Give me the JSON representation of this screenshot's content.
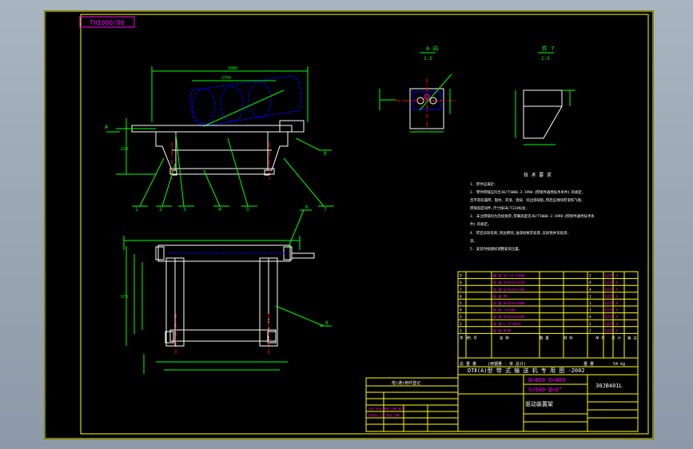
{
  "drawing": {
    "code_box": "TH1000/06",
    "view_a_title": "A 向",
    "view_a_scale": "1:5",
    "view_7_title": "件 7",
    "view_7_scale": "1:5",
    "req_title": "技 术 要 求",
    "req_lines": [
      "1. 焊件应满足:",
      "2. 零件焊缝应符合JB/T5000.3-1998《焊接件通用技术条件》的规定,",
      "  且不得有漏焊、裂纹、夹渣、烧穿、咬边等缺陷,焊后应清除焊渣和飞溅;",
      "  焊缝高度同件,尺寸按GB/T324标准;",
      "3. 未注焊缝均为连续角焊,焊脚高度见JB/T5000.3-1998《焊接件通用技术条",
      "  件》的规定。",
      "4. 焊后去除毛刺,锐边倒钝,油漆按要求处理,去除锈并涂底漆;",
      "  涂。",
      "5. 安装时按图样调整安装位置。"
    ],
    "label_a": "A",
    "callouts": [
      "1",
      "2",
      "3",
      "4",
      "5",
      "7",
      "8",
      "9",
      "6"
    ],
    "dims_top": [
      "2750",
      "3980"
    ],
    "dims_left": [
      "220",
      "170"
    ]
  },
  "bom": {
    "rows": [
      [
        "9",
        "",
        "槽 钢 10 ×8.3×800",
        "",
        "",
        "2",
        "Q235-A",
        "",
        "",
        ""
      ],
      [
        "8",
        "",
        "角 钢 63×63×6×320",
        "",
        "",
        "4",
        "Q235-A",
        "",
        "",
        ""
      ],
      [
        "7",
        "",
        "角 钢 63×63×6×360",
        "",
        "",
        "4",
        "Q235-A",
        "",
        "",
        ""
      ],
      [
        "6",
        "",
        "钢 板 M8",
        "",
        "",
        "2",
        "Q235-A",
        "",
        "",
        ""
      ],
      [
        "5",
        "",
        "角 钢 63×63×6×800",
        "",
        "",
        "1",
        "Q235-A",
        "",
        "",
        ""
      ],
      [
        "4",
        "",
        "钢 板 -6×360",
        "",
        "",
        "1",
        "Q235-A",
        "",
        "",
        ""
      ],
      [
        "3",
        "",
        "角 钢 63×63×6×388",
        "",
        "",
        "4",
        "Q235-A",
        "",
        "",
        ""
      ],
      [
        "2",
        "",
        "角 钢 L 75×50×6",
        "",
        "",
        "2",
        "Q235-A",
        "",
        "",
        ""
      ],
      [
        "1",
        "",
        "钢 板 M×90",
        "",
        "",
        "2",
        "Q235-A",
        "",
        "",
        ""
      ]
    ],
    "header": [
      "序 号",
      "代 号",
      "名 称",
      "数 量",
      "材 料",
      "单 件",
      "总 计",
      "备 注"
    ],
    "subheader": [
      "总 重 量",
      "(用钢量 - 单 总计)",
      "重 量",
      "54 kg"
    ],
    "title_line": "DTⅡ(A)型 带 式 输 送 机 专 用 图 -2002",
    "spec_1": "B=800  D=400",
    "spec_2": "S=500  β=0°",
    "drawing_no": "30JB401L",
    "part_name": "驱动装置架",
    "small_table_title": "借(通)用件登记",
    "small_table_rows": [
      "设计  校对  审核  日期  签名",
      "标准化  工艺  批准  日期"
    ]
  },
  "colors": {
    "sheet_bg": "#000000",
    "frame": "#ffff00",
    "outline": "#ffffff",
    "dimension": "#00ff00",
    "annotation": "#ff00ff",
    "hidden": "#0000ff",
    "centerline": "#ff0000"
  }
}
